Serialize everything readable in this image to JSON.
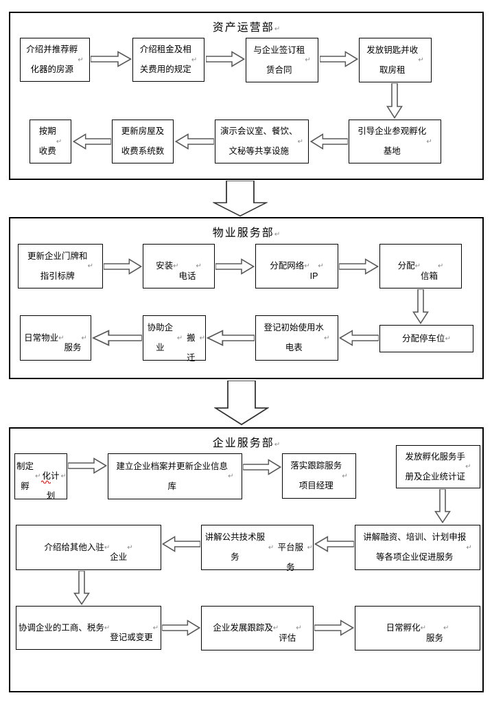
{
  "document_type": "flowchart",
  "sections": [
    {
      "title": "资产运营部↵",
      "boxes": [
        "介绍并推荐孵\n化器的房源↵",
        "介绍租金及相\n关费用的规定↵",
        "与企业签订租\n赁合同↵",
        "发放钥匙并收\n取房租↵",
        "引导企业参观孵化\n基地↵",
        "演示会议室、餐饮、\n文秘等共享设施↵",
        "更新房屋及\n收费系统数",
        "按期\n收费↵"
      ]
    },
    {
      "title": "物业服务部↵",
      "boxes": [
        "更新企业门牌和\n指引标牌↵",
        "安装↵\n电话↵",
        "分配网络↵\nIP↵",
        "分配↵\n信箱↵",
        "分配停车位↵",
        "登记初始使用水\n电表↵",
        "协助企业↵\n搬迁↵",
        "日常物业↵\n服务↵"
      ]
    },
    {
      "title": "企业服务部↵",
      "boxes": [
        "制定孵↵\n化计划↵",
        "建立企业档案并更新企业信息\n库↵",
        "落实跟踪服务\n项目经理↵",
        "发放孵化服务手\n册及企业统计证↵",
        "讲解融资、培训、计划申报\n等各项企业促进服务↵",
        "讲解公共技术服务↵\n平台服务↵",
        "介绍给其他入驻↵\n企业↵",
        "协调企业的工商、税务↵\n登记或变更↵",
        "企业发展跟踪及↵\n评估↵",
        "日常孵化↵\n服务↵"
      ]
    }
  ],
  "colors": {
    "box_border": "#000000",
    "arrow_outline": "#595959",
    "spellcheck_red": "#ff0000",
    "background": "#ffffff"
  }
}
